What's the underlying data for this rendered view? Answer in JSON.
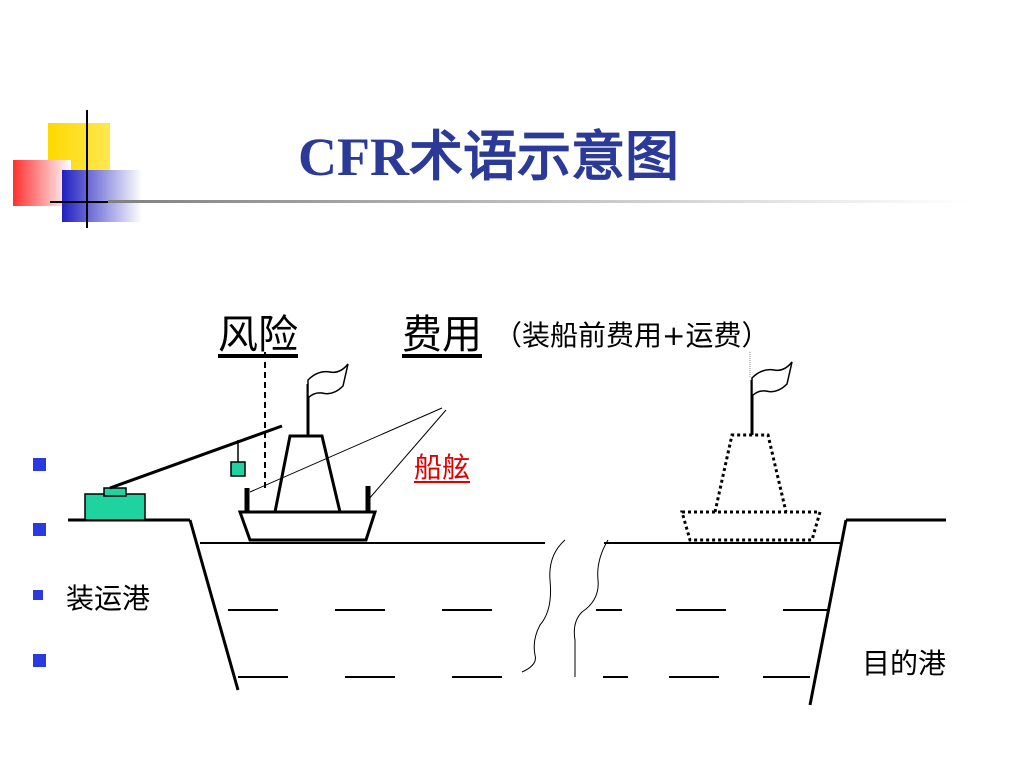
{
  "slide": {
    "title": "CFR术语示意图"
  },
  "diagram": {
    "risk_label": "风险",
    "cost_label": "费用",
    "cost_detail": "（装船前费用+运费）",
    "ship_rail_label": "船舷",
    "origin_port": "装运港",
    "destination_port": "目的港"
  },
  "colors": {
    "title": "#2b3a97",
    "bullet": "#2b3adf",
    "cargo": "#1fd3a0",
    "ship_rail_label": "#e00000",
    "logo_yellow": "#ffd800",
    "logo_red": "#ff4040",
    "logo_blue": "#3030c8"
  }
}
